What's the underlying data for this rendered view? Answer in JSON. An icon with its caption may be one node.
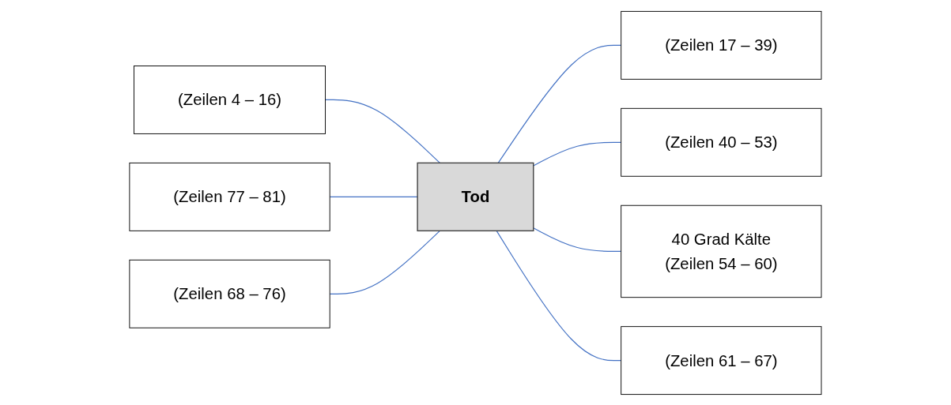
{
  "diagram": {
    "nodes": [
      {
        "text": [
          "(Zeilen 4 – 16)"
        ]
      },
      {
        "text": [
          "(Zeilen 17 – 39)"
        ]
      },
      {
        "text": [
          "(Zeilen 40 – 53)"
        ]
      },
      {
        "text": [
          "(Zeilen 77 – 81)"
        ]
      },
      {
        "text": [
          "Tod"
        ]
      },
      {
        "text": [
          "40 Grad Kälte",
          "(Zeilen 54 – 60)"
        ]
      },
      {
        "text": [
          "(Zeilen 68 – 76)"
        ]
      },
      {
        "text": [
          "(Zeilen 61 – 67)"
        ]
      }
    ],
    "edges": [
      {
        "from": 0,
        "to": 4,
        "arrow": "none"
      },
      {
        "from": 3,
        "to": 4,
        "arrow": "none"
      },
      {
        "from": 6,
        "to": 4,
        "arrow": "none"
      },
      {
        "from": 4,
        "to": 1,
        "arrow": "none"
      },
      {
        "from": 4,
        "to": 2,
        "arrow": "none"
      },
      {
        "from": 4,
        "to": 5,
        "arrow": "none"
      },
      {
        "from": 4,
        "to": 7,
        "arrow": "none"
      }
    ]
  }
}
